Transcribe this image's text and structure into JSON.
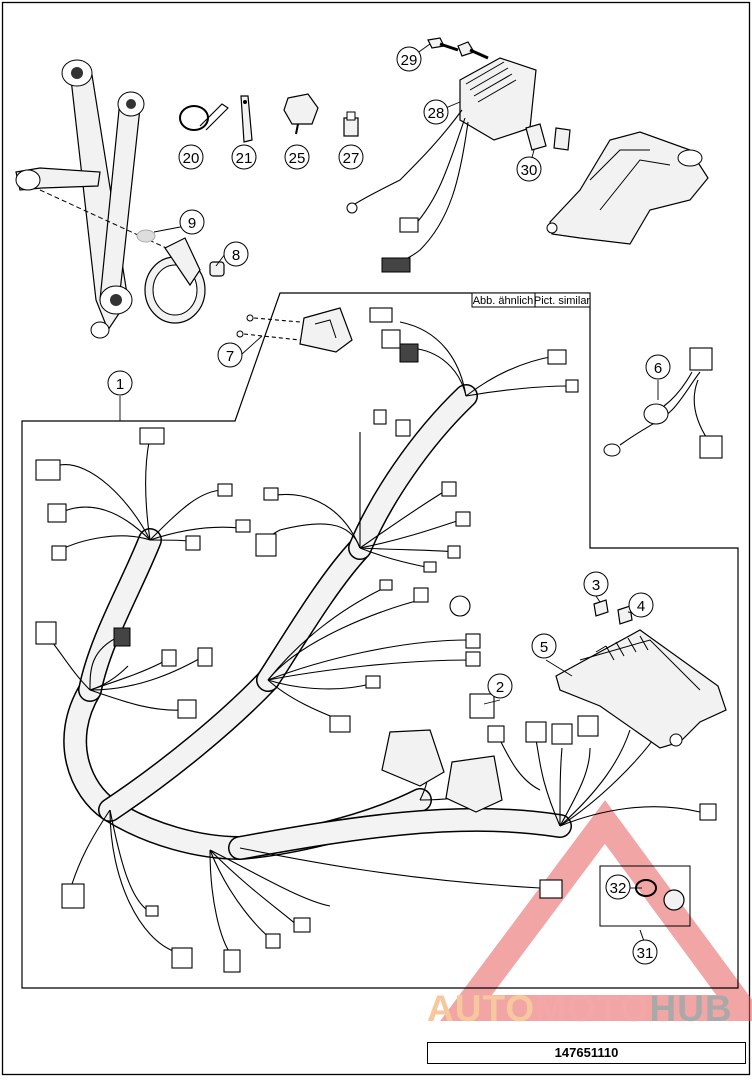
{
  "diagram": {
    "callouts": [
      "1",
      "2",
      "3",
      "4",
      "5",
      "6",
      "7",
      "8",
      "9",
      "20",
      "21",
      "25",
      "27",
      "28",
      "29",
      "30",
      "31",
      "32"
    ],
    "tags": {
      "german": "Abb. ähnlich",
      "english": "Pict. similar"
    }
  },
  "watermark": {
    "part1": "AUTO",
    "part2": "MOTO",
    "part3": "HUB"
  },
  "footer": {
    "doc_number": "147651110"
  },
  "colors": {
    "line": "#000000",
    "watermark_triangle": "#e85b5b",
    "watermark_auto": "#f2a65a"
  }
}
